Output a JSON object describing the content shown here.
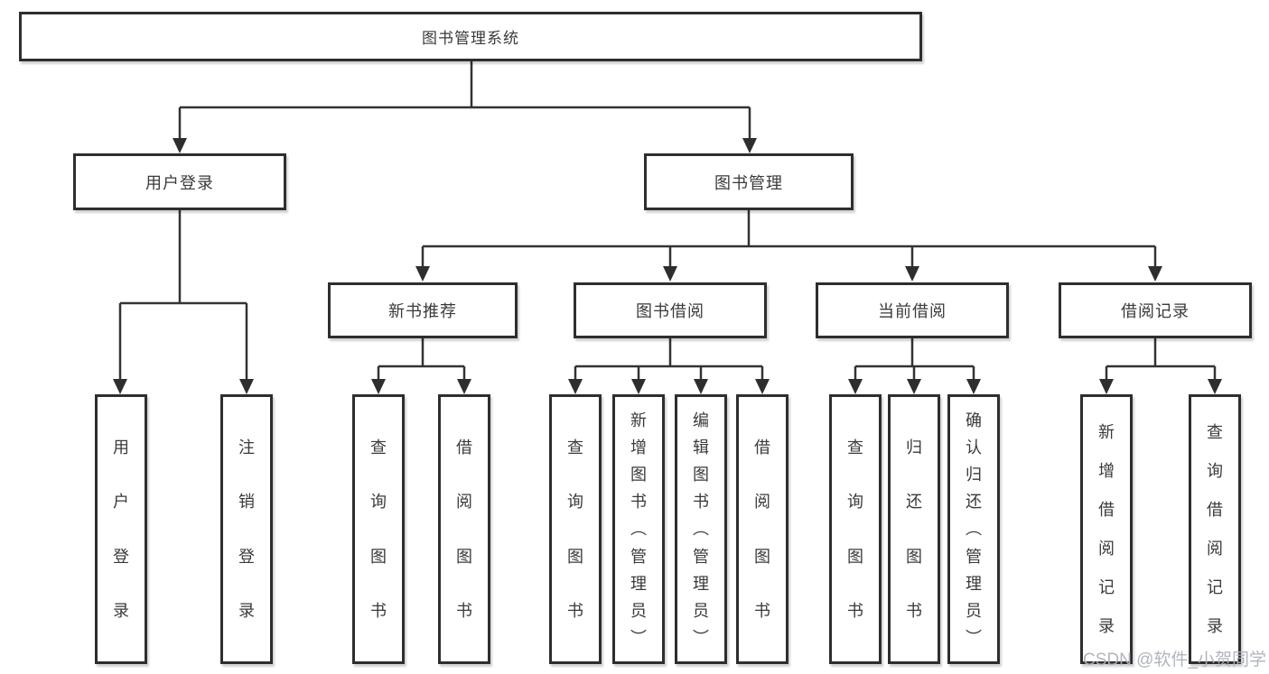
{
  "title": "图书管理系统",
  "watermark": "CSDN @软件_小贺同学",
  "level2": [
    {
      "label": "用户登录",
      "leaves": [
        "用户登录",
        "注销登录"
      ]
    },
    {
      "label": "图书管理",
      "children": [
        {
          "label": "新书推荐",
          "leaves": [
            "查询图书",
            "借阅图书"
          ]
        },
        {
          "label": "图书借阅",
          "leaves": [
            "查询图书",
            "新增图书（管理员）",
            "编辑图书（管理员）",
            "借阅图书"
          ]
        },
        {
          "label": "当前借阅",
          "leaves": [
            "查询图书",
            "归还图书",
            "确认归还（管理员）"
          ]
        },
        {
          "label": "借阅记录",
          "leaves": [
            "新增借阅记录",
            "查询借阅记录"
          ]
        }
      ]
    }
  ]
}
